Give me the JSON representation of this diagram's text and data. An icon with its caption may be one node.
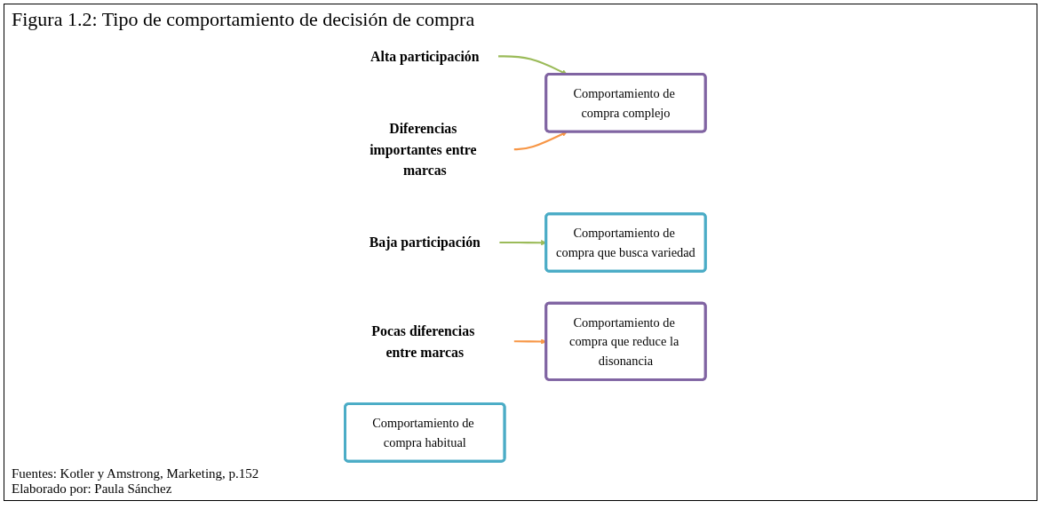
{
  "diagram": {
    "title": "Figura 1.2: Tipo de comportamiento de decisión de compra",
    "nodes": [
      {
        "text": [
          "Alta participación"
        ]
      },
      {
        "text": [
          "Baja participación"
        ]
      },
      {
        "text": [
          "Diferencias importantes entre marcas"
        ]
      },
      {
        "text": [
          "Comportamiento de compra complejo"
        ]
      },
      {
        "text": [
          "Comportamiento de compra que busca variedad"
        ]
      },
      {
        "text": [
          "Pocas diferencias entre marcas"
        ]
      },
      {
        "text": [
          "Comportamiento de compra que reduce la disonancia"
        ]
      },
      {
        "text": [
          "Comportamiento de compra habitual"
        ]
      }
    ],
    "edges": [
      {
        "from": 0,
        "to": 3,
        "arrow": "to",
        "color": "#9bbb59"
      },
      {
        "from": 1,
        "to": 4,
        "arrow": "to",
        "color": "#9bbb59"
      },
      {
        "from": 2,
        "to": 3,
        "arrow": "to",
        "color": "#f79646"
      },
      {
        "from": 5,
        "to": 6,
        "arrow": "to",
        "color": "#f79646"
      }
    ],
    "labels": [
      "Fuentes:  Kotler y Amstrong, Marketing,  p.152",
      "Elaborado por: Paula Sánchez"
    ]
  }
}
